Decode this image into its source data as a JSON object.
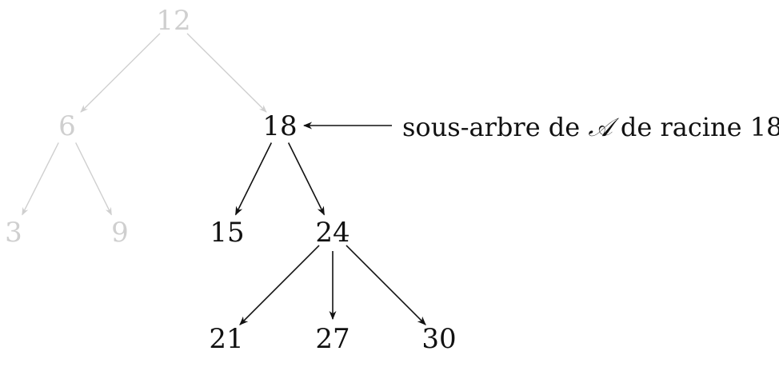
{
  "tree": {
    "nodes": [
      {
        "id": "n12",
        "label": "12",
        "faded": true
      },
      {
        "id": "n6",
        "label": "6",
        "faded": true
      },
      {
        "id": "n18",
        "label": "18",
        "faded": false
      },
      {
        "id": "n3",
        "label": "3",
        "faded": true
      },
      {
        "id": "n9",
        "label": "9",
        "faded": true
      },
      {
        "id": "n15",
        "label": "15",
        "faded": false
      },
      {
        "id": "n24",
        "label": "24",
        "faded": false
      },
      {
        "id": "n21",
        "label": "21",
        "faded": false
      },
      {
        "id": "n27",
        "label": "27",
        "faded": false
      },
      {
        "id": "n30",
        "label": "30",
        "faded": false
      }
    ],
    "edges": [
      {
        "from": "n12",
        "to": "n6",
        "faded": true
      },
      {
        "from": "n12",
        "to": "n18",
        "faded": true
      },
      {
        "from": "n6",
        "to": "n3",
        "faded": true
      },
      {
        "from": "n6",
        "to": "n9",
        "faded": true
      },
      {
        "from": "n18",
        "to": "n15",
        "faded": false
      },
      {
        "from": "n18",
        "to": "n24",
        "faded": false
      },
      {
        "from": "n24",
        "to": "n21",
        "faded": false
      },
      {
        "from": "n24",
        "to": "n27",
        "faded": false
      },
      {
        "from": "n24",
        "to": "n30",
        "faded": false
      }
    ]
  },
  "annotation": {
    "text_before": "sous-arbre de ",
    "symbol": "𝒜",
    "text_after": " de racine 18",
    "points_to": "n18"
  },
  "colors": {
    "faded": "#cfcfcf",
    "active": "#111111"
  }
}
